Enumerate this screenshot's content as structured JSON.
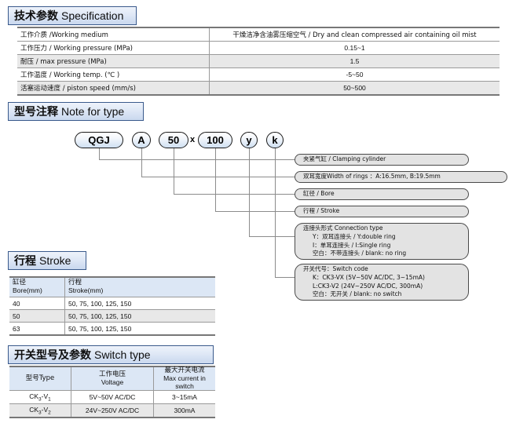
{
  "sections": {
    "spec": {
      "cn": "技术参数",
      "en": "Specification"
    },
    "note": {
      "cn": "型号注释",
      "en": "Note for type"
    },
    "stroke": {
      "cn": "行程",
      "en": "Stroke"
    },
    "switch": {
      "cn": "开关型号及参数",
      "en": "Switch type"
    }
  },
  "spec_table": {
    "rows": [
      {
        "label": "工作介质 /Working medium",
        "value": "干燥洁净含油雾压缩空气 / Dry and clean compressed air containing oil mist"
      },
      {
        "label": "工作压力 / Working pressure (MPa)",
        "value": "0.15~1"
      },
      {
        "label": "耐压 / max pressure  (MPa)",
        "value": "1.5"
      },
      {
        "label": "工作温度 / Working temp. (℃ )",
        "value": "-5~50"
      },
      {
        "label": "活塞运动速度 / piston speed (mm/s)",
        "value": "50~500"
      }
    ]
  },
  "model_code": {
    "bubbles": [
      {
        "text": "QGJ"
      },
      {
        "text": "A"
      },
      {
        "text": "50"
      },
      {
        "text": "100"
      },
      {
        "text": "y"
      },
      {
        "text": "k"
      }
    ],
    "separator": "x",
    "callouts": [
      {
        "lines": [
          "夹紧气缸 / Clamping cylinder"
        ]
      },
      {
        "lines": [
          "双耳宽度Width of rings  ：A:16.5mm, B:19.5mm"
        ]
      },
      {
        "lines": [
          "缸径 / Bore"
        ]
      },
      {
        "lines": [
          "行程 / Stroke"
        ]
      },
      {
        "lines": [
          "连接头形式 Connection type",
          "Y：双耳连接头 / Y:double ring",
          "I：单耳连接头 / I:Single ring",
          "空白：不带连接头 / blank: no ring"
        ]
      },
      {
        "lines": [
          "开关代号：Switch code",
          "K：CK3-VX (5V~50V AC/DC, 3~15mA)",
          "L:CK3-V2 (24V~250V AC/DC, 300mA)",
          "空白：无开关 / blank: no switch"
        ]
      }
    ]
  },
  "stroke_table": {
    "headers": [
      {
        "l1": "缸径",
        "l2": "Bore(mm)"
      },
      {
        "l1": "行程",
        "l2": " Stroke(mm)"
      }
    ],
    "rows": [
      {
        "bore": "40",
        "stroke": "50, 75, 100, 125, 150"
      },
      {
        "bore": "50",
        "stroke": "50, 75, 100, 125, 150"
      },
      {
        "bore": "63",
        "stroke": "50, 75, 100, 125, 150"
      }
    ]
  },
  "switch_table": {
    "headers": [
      {
        "l1": "型号Type",
        "l2": ""
      },
      {
        "l1": "工作电压",
        "l2": "Voltage"
      },
      {
        "l1": "最大开关电流",
        "l2": "Max current in switch"
      }
    ],
    "rows": [
      {
        "type_prefix": "CK",
        "type_sub1": "3",
        "type_mid": "-V",
        "type_sub2": "1",
        "voltage": "5V~50V AC/DC",
        "current": "3~15mA"
      },
      {
        "type_prefix": "CK",
        "type_sub1": "3",
        "type_mid": "-V",
        "type_sub2": "2",
        "voltage": "24V~250V AC/DC",
        "current": "300mA"
      }
    ]
  },
  "colors": {
    "header_border": "#3a5a8c",
    "header_fill": "#dfe8f6",
    "table_header_fill": "#dce7f5",
    "row_shade": "#e8e8e8",
    "callout_fill": "#e3e3e3",
    "leader_line": "#8c8c8c"
  }
}
